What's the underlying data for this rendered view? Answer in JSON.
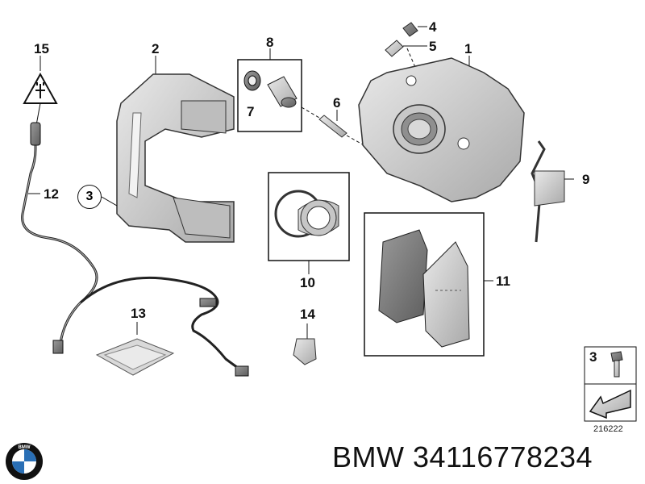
{
  "diagram": {
    "part_numbers": {
      "p1": "1",
      "p2": "2",
      "p3_circle": "3",
      "p3_box": "3",
      "p4": "4",
      "p5": "5",
      "p6": "6",
      "p7": "7",
      "p8": "8",
      "p9": "9",
      "p10": "10",
      "p11": "11",
      "p12": "12",
      "p13": "13",
      "p14": "14",
      "p15": "15"
    },
    "diagram_code": "216222"
  },
  "footer": {
    "brand_text": "BMW 34116778234",
    "logo_text": "BMW"
  },
  "colors": {
    "part_fill": "#d4d4d4",
    "part_dark": "#8c8c8c",
    "line": "#1a1a1a",
    "logo_blue": "#2a6fb5"
  },
  "icons": {
    "sensor_warning": "warning-triangle-plug-icon",
    "arrow": "arrow-icon"
  }
}
